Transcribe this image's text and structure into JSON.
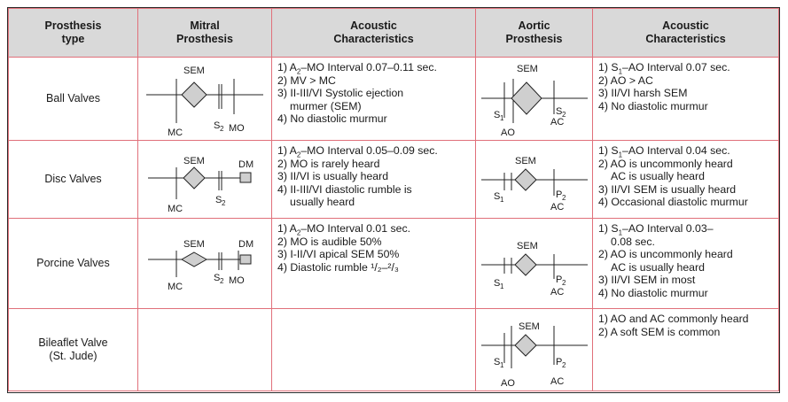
{
  "headers": {
    "type": [
      "Prosthesis",
      "type"
    ],
    "mitral": [
      "Mitral",
      "Prosthesis"
    ],
    "acoustic1": [
      "Acoustic",
      "Characteristics"
    ],
    "aortic": [
      "Aortic",
      "Prosthesis"
    ],
    "acoustic2": [
      "Acoustic",
      "Characteristics"
    ]
  },
  "labels": {
    "sem": "SEM",
    "mc": "MC",
    "mo": "MO",
    "dm": "DM",
    "s": "S",
    "ao": "AO",
    "ac": "AC",
    "p": "P",
    "one": "1",
    "two": "2"
  },
  "rows": [
    {
      "type": [
        "Ball Valves"
      ],
      "mitral_pre": "1) A",
      "mitral_pre_sub": "2",
      "mitral_pre_rest": "–MO Interval 0.07–0.11 sec.",
      "mitral": [
        "2) MV > MC",
        "3) II-III/VI Systolic ejection",
        "murmer (SEM)",
        "4) No diastolic murmur"
      ],
      "aortic_pre": "1) S",
      "aortic_pre_sub": "1",
      "aortic_pre_rest": "–AO Interval 0.07 sec.",
      "aortic": [
        "2) AO > AC",
        "3) II/VI harsh SEM",
        "4) No diastolic murmur"
      ]
    },
    {
      "type": [
        "Disc Valves"
      ],
      "mitral_pre": "1) A",
      "mitral_pre_sub": "2",
      "mitral_pre_rest": "–MO Interval 0.05–0.09 sec.",
      "mitral": [
        "2) MO is rarely heard",
        "3) II/VI is usually heard",
        "4) II-III/VI diastolic rumble is",
        "usually heard"
      ],
      "aortic_pre": "1) S",
      "aortic_pre_sub": "1",
      "aortic_pre_rest": "–AO Interval 0.04 sec.",
      "aortic": [
        "2) AO is uncommonly heard",
        "AC is usually heard",
        "3) II/VI SEM is usually heard",
        "4) Occasional diastolic murmur"
      ]
    },
    {
      "type": [
        "Porcine Valves"
      ],
      "mitral_pre": "1) A",
      "mitral_pre_sub": "2",
      "mitral_pre_rest": "–MO Interval 0.01 sec.",
      "mitral": [
        "2) MO is audible 50%",
        "3) I-II/VI apical SEM 50%",
        "4) Diastolic rumble ¹/₂–²/₃"
      ],
      "aortic_pre": "1) S",
      "aortic_pre_sub": "1",
      "aortic_pre_rest": "–AO Interval 0.03–",
      "aortic": [
        "0.08  sec.",
        "2) AO is uncommonly heard",
        "AC is usually heard",
        "3) II/VI SEM in most",
        "4) No diastolic murmur"
      ]
    },
    {
      "type": [
        "Bileaflet Valve",
        "(St. Jude)"
      ],
      "aortic": [
        "1) AO and AC commonly heard",
        "2) A soft SEM is common"
      ]
    }
  ]
}
